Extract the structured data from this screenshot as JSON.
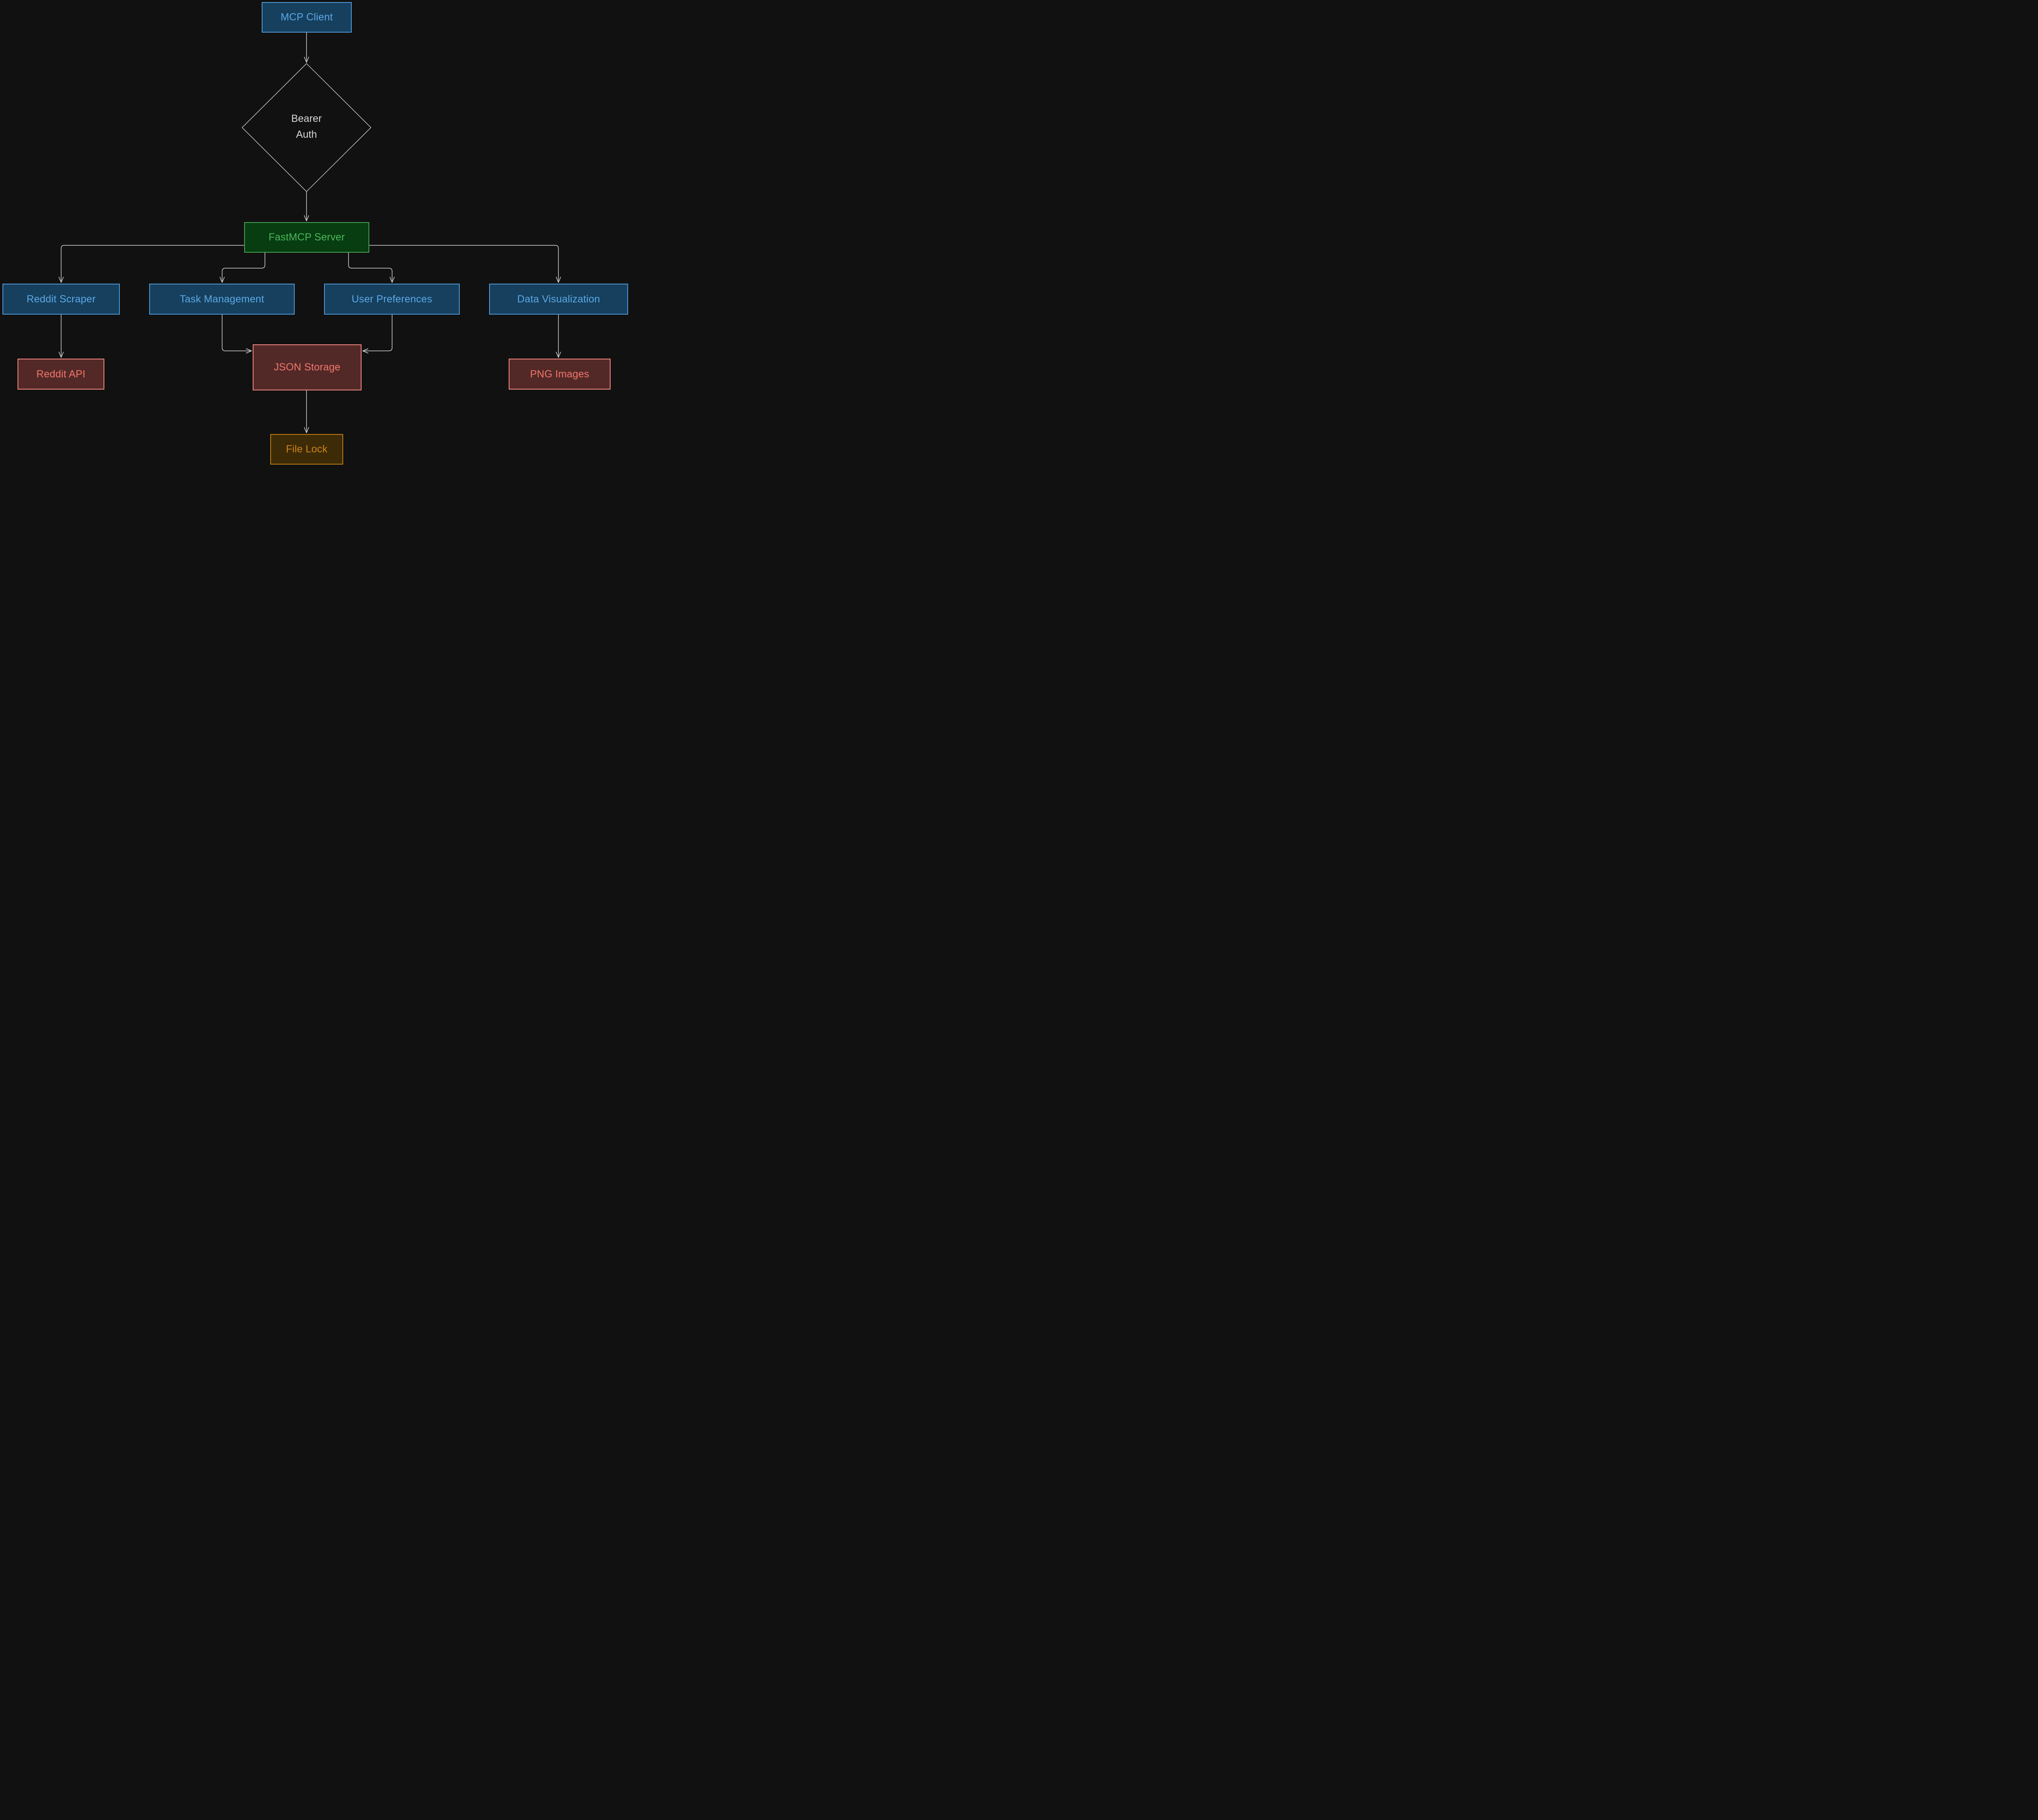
{
  "diagram": {
    "background_color": "#111111",
    "edge_color": "#d2d2d2",
    "nodes": {
      "mcp_client": {
        "label": "MCP Client",
        "shape": "rect",
        "fill": "#16405e",
        "stroke": "#4e97d6",
        "text_color": "#5ba8e6"
      },
      "bearer_auth": {
        "label_line1": "Bearer",
        "label_line2": "Auth",
        "shape": "diamond",
        "fill": "transparent",
        "stroke": "#cfcfcf",
        "text_color": "#d6d6d6"
      },
      "fastmcp_server": {
        "label": "FastMCP Server",
        "shape": "rect",
        "fill": "#073d11",
        "stroke": "#45a052",
        "text_color": "#4db65c"
      },
      "reddit_scraper": {
        "label": "Reddit Scraper",
        "shape": "rect",
        "fill": "#16405e",
        "stroke": "#4e97d6",
        "text_color": "#5ba8e6"
      },
      "task_management": {
        "label": "Task Management",
        "shape": "rect",
        "fill": "#16405e",
        "stroke": "#4e97d6",
        "text_color": "#5ba8e6"
      },
      "user_preferences": {
        "label": "User Preferences",
        "shape": "rect",
        "fill": "#16405e",
        "stroke": "#4e97d6",
        "text_color": "#5ba8e6"
      },
      "data_visualization": {
        "label": "Data Visualization",
        "shape": "rect",
        "fill": "#16405e",
        "stroke": "#4e97d6",
        "text_color": "#5ba8e6"
      },
      "reddit_api": {
        "label": "Reddit API",
        "shape": "rect",
        "fill": "#532927",
        "stroke": "#f28783",
        "text_color": "#f0766d"
      },
      "json_storage": {
        "label": "JSON Storage",
        "shape": "rect",
        "fill": "#532927",
        "stroke": "#f28783",
        "text_color": "#f0766d"
      },
      "png_images": {
        "label": "PNG Images",
        "shape": "rect",
        "fill": "#532927",
        "stroke": "#f28783",
        "text_color": "#f0766d"
      },
      "file_lock": {
        "label": "File Lock",
        "shape": "rect",
        "fill": "#3c2b06",
        "stroke": "#c07a12",
        "text_color": "#d1831a"
      }
    },
    "edges": [
      {
        "from": "mcp_client",
        "to": "bearer_auth"
      },
      {
        "from": "bearer_auth",
        "to": "fastmcp_server"
      },
      {
        "from": "fastmcp_server",
        "to": "reddit_scraper"
      },
      {
        "from": "fastmcp_server",
        "to": "task_management"
      },
      {
        "from": "fastmcp_server",
        "to": "user_preferences"
      },
      {
        "from": "fastmcp_server",
        "to": "data_visualization"
      },
      {
        "from": "reddit_scraper",
        "to": "reddit_api"
      },
      {
        "from": "task_management",
        "to": "json_storage"
      },
      {
        "from": "user_preferences",
        "to": "json_storage"
      },
      {
        "from": "data_visualization",
        "to": "png_images"
      },
      {
        "from": "json_storage",
        "to": "file_lock"
      }
    ]
  }
}
